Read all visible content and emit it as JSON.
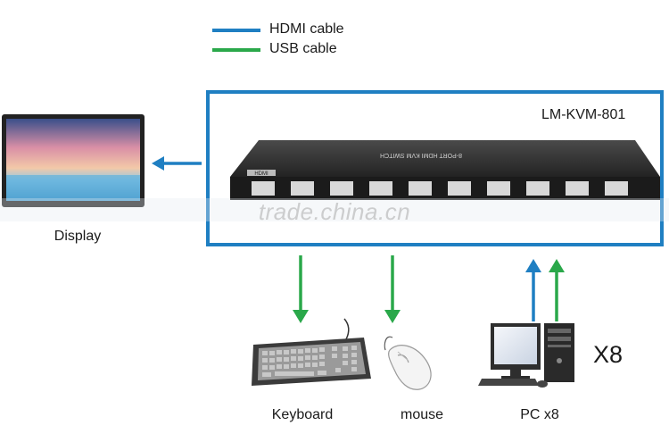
{
  "legend": {
    "hdmi": {
      "label": "HDMI cable",
      "color": "#1f7fc2"
    },
    "usb": {
      "label": "USB cable",
      "color": "#2aa84a"
    }
  },
  "device": {
    "model": "LM-KVM-801",
    "panel_text": "8-PORT HDMI KVM SWITCH",
    "logo_text": "HDMI",
    "frame_color": "#1f7fc2"
  },
  "nodes": {
    "display": "Display",
    "keyboard": "Keyboard",
    "mouse": "mouse",
    "pc": "PC x8"
  },
  "pc_count": "X8",
  "watermark": "trade.china.cn",
  "icons": [
    "monitor-icon",
    "kvm-switch-icon",
    "keyboard-icon",
    "mouse-icon",
    "desktop-pc-icon"
  ]
}
